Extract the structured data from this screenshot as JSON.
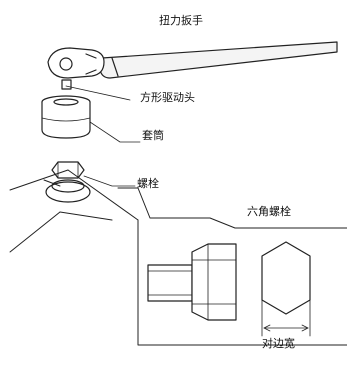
{
  "labels": {
    "torque_wrench": "扭力扳手",
    "square_drive": "方形驱动头",
    "socket": "套筒",
    "bolt": "螺栓",
    "hex_bolt": "六角螺栓",
    "width_across_flats": "对边宽"
  }
}
